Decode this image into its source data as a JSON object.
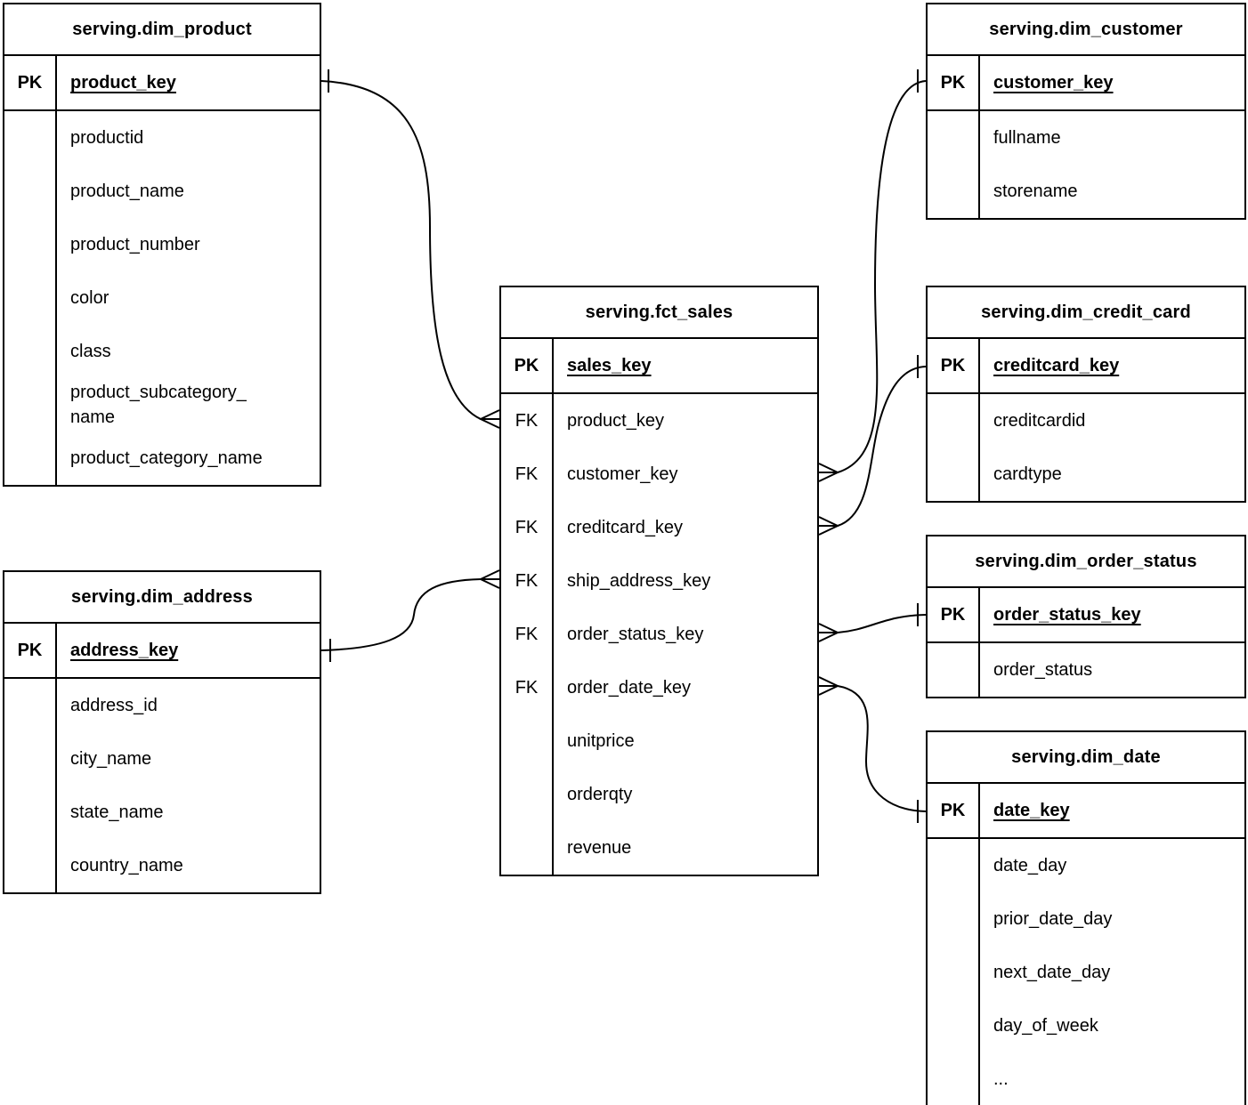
{
  "entities": {
    "dim_product": {
      "title": "serving.dim_product",
      "pk_badge": "PK",
      "pk": "product_key",
      "attributes": [
        "productid",
        "product_name",
        "product_number",
        "color",
        "class",
        "product_subcategory_name",
        "product_category_name"
      ]
    },
    "dim_customer": {
      "title": "serving.dim_customer",
      "pk_badge": "PK",
      "pk": "customer_key",
      "attributes": [
        "fullname",
        "storename"
      ]
    },
    "fct_sales": {
      "title": "serving.fct_sales",
      "pk_badge": "PK",
      "pk": "sales_key",
      "fk_badge": "FK",
      "foreign_keys": [
        "product_key",
        "customer_key",
        "creditcard_key",
        "ship_address_key",
        "order_status_key",
        "order_date_key"
      ],
      "measures": [
        "unitprice",
        "orderqty",
        "revenue"
      ]
    },
    "dim_credit_card": {
      "title": "serving.dim_credit_card",
      "pk_badge": "PK",
      "pk": "creditcard_key",
      "attributes": [
        "creditcardid",
        "cardtype"
      ]
    },
    "dim_order_status": {
      "title": "serving.dim_order_status",
      "pk_badge": "PK",
      "pk": "order_status_key",
      "attributes": [
        "order_status"
      ]
    },
    "dim_date": {
      "title": "serving.dim_date",
      "pk_badge": "PK",
      "pk": "date_key",
      "attributes": [
        "date_day",
        "prior_date_day",
        "next_date_day",
        "day_of_week",
        "..."
      ]
    },
    "dim_address": {
      "title": "serving.dim_address",
      "pk_badge": "PK",
      "pk": "address_key",
      "attributes": [
        "address_id",
        "city_name",
        "state_name",
        "country_name"
      ]
    }
  },
  "relationships": [
    {
      "from": "serving.fct_sales.product_key",
      "to": "serving.dim_product.product_key",
      "from_cardinality": "many",
      "to_cardinality": "one"
    },
    {
      "from": "serving.fct_sales.customer_key",
      "to": "serving.dim_customer.customer_key",
      "from_cardinality": "many",
      "to_cardinality": "one"
    },
    {
      "from": "serving.fct_sales.creditcard_key",
      "to": "serving.dim_credit_card.creditcard_key",
      "from_cardinality": "many",
      "to_cardinality": "one"
    },
    {
      "from": "serving.fct_sales.ship_address_key",
      "to": "serving.dim_address.address_key",
      "from_cardinality": "many",
      "to_cardinality": "one"
    },
    {
      "from": "serving.fct_sales.order_status_key",
      "to": "serving.dim_order_status.order_status_key",
      "from_cardinality": "many",
      "to_cardinality": "one"
    },
    {
      "from": "serving.fct_sales.order_date_key",
      "to": "serving.dim_date.date_key",
      "from_cardinality": "many",
      "to_cardinality": "one"
    }
  ]
}
